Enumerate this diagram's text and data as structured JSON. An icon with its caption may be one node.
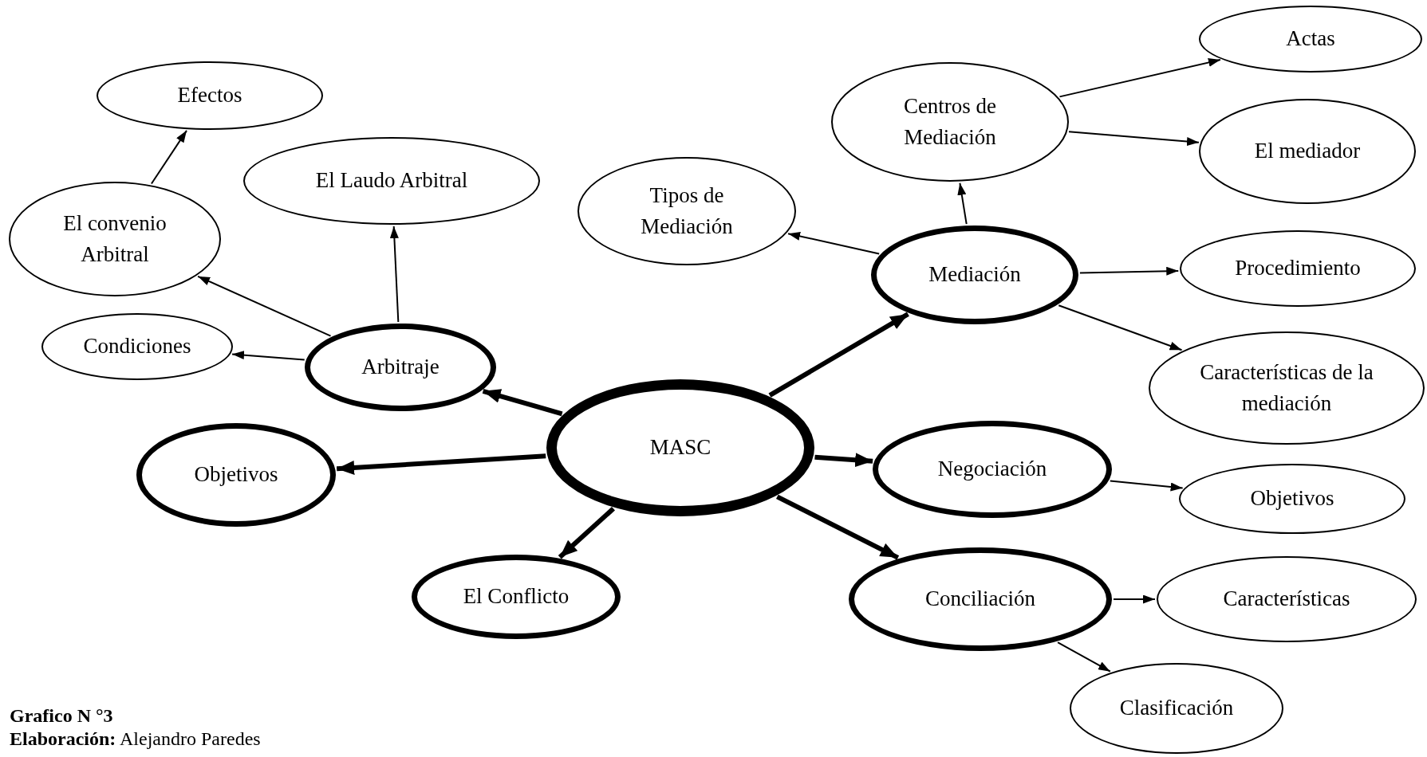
{
  "diagram": {
    "caption": "Grafico N °3",
    "nodes": [
      {
        "text": [
          "Efectos"
        ]
      },
      {
        "text": [
          "Actas"
        ]
      },
      {
        "text": [
          "Centros de Mediación"
        ]
      },
      {
        "text": [
          "El mediador"
        ]
      },
      {
        "text": [
          "El Laudo Arbitral"
        ]
      },
      {
        "text": [
          "Tipos de Mediación"
        ]
      },
      {
        "text": [
          "El convenio Arbitral"
        ]
      },
      {
        "text": [
          "Mediación"
        ]
      },
      {
        "text": [
          "Procedimiento"
        ]
      },
      {
        "text": [
          "Condiciones"
        ]
      },
      {
        "text": [
          "Arbitraje"
        ]
      },
      {
        "text": [
          "Características de la mediación"
        ]
      },
      {
        "text": [
          "MASC"
        ]
      },
      {
        "text": [
          "Objetivos"
        ]
      },
      {
        "text": [
          "Negociación"
        ]
      },
      {
        "text": [
          "Objetivos"
        ]
      },
      {
        "text": [
          "El Conflicto"
        ]
      },
      {
        "text": [
          "Conciliación"
        ]
      },
      {
        "text": [
          "Características"
        ]
      },
      {
        "text": [
          "Clasificación"
        ]
      }
    ],
    "edges": [
      {
        "from": 12,
        "to": 10,
        "arrow": "to",
        "style": "thick"
      },
      {
        "from": 12,
        "to": 7,
        "arrow": "to",
        "style": "thick"
      },
      {
        "from": 12,
        "to": 13,
        "arrow": "to",
        "style": "thick"
      },
      {
        "from": 12,
        "to": 16,
        "arrow": "to",
        "style": "thick"
      },
      {
        "from": 12,
        "to": 14,
        "arrow": "to",
        "style": "thick"
      },
      {
        "from": 12,
        "to": 17,
        "arrow": "to",
        "style": "thick"
      },
      {
        "from": 10,
        "to": 9,
        "arrow": "to"
      },
      {
        "from": 10,
        "to": 6,
        "arrow": "to"
      },
      {
        "from": 10,
        "to": 4,
        "arrow": "to"
      },
      {
        "from": 6,
        "to": 0,
        "arrow": "to"
      },
      {
        "from": 7,
        "to": 5,
        "arrow": "to"
      },
      {
        "from": 7,
        "to": 2,
        "arrow": "to"
      },
      {
        "from": 2,
        "to": 1,
        "arrow": "to"
      },
      {
        "from": 2,
        "to": 3,
        "arrow": "to"
      },
      {
        "from": 7,
        "to": 8,
        "arrow": "to"
      },
      {
        "from": 7,
        "to": 11,
        "arrow": "to"
      },
      {
        "from": 14,
        "to": 15,
        "arrow": "to"
      },
      {
        "from": 17,
        "to": 18,
        "arrow": "to"
      },
      {
        "from": 17,
        "to": 19,
        "arrow": "to"
      }
    ],
    "labels": [
      "**Elaboración:** Alejandro Paredes"
    ]
  }
}
